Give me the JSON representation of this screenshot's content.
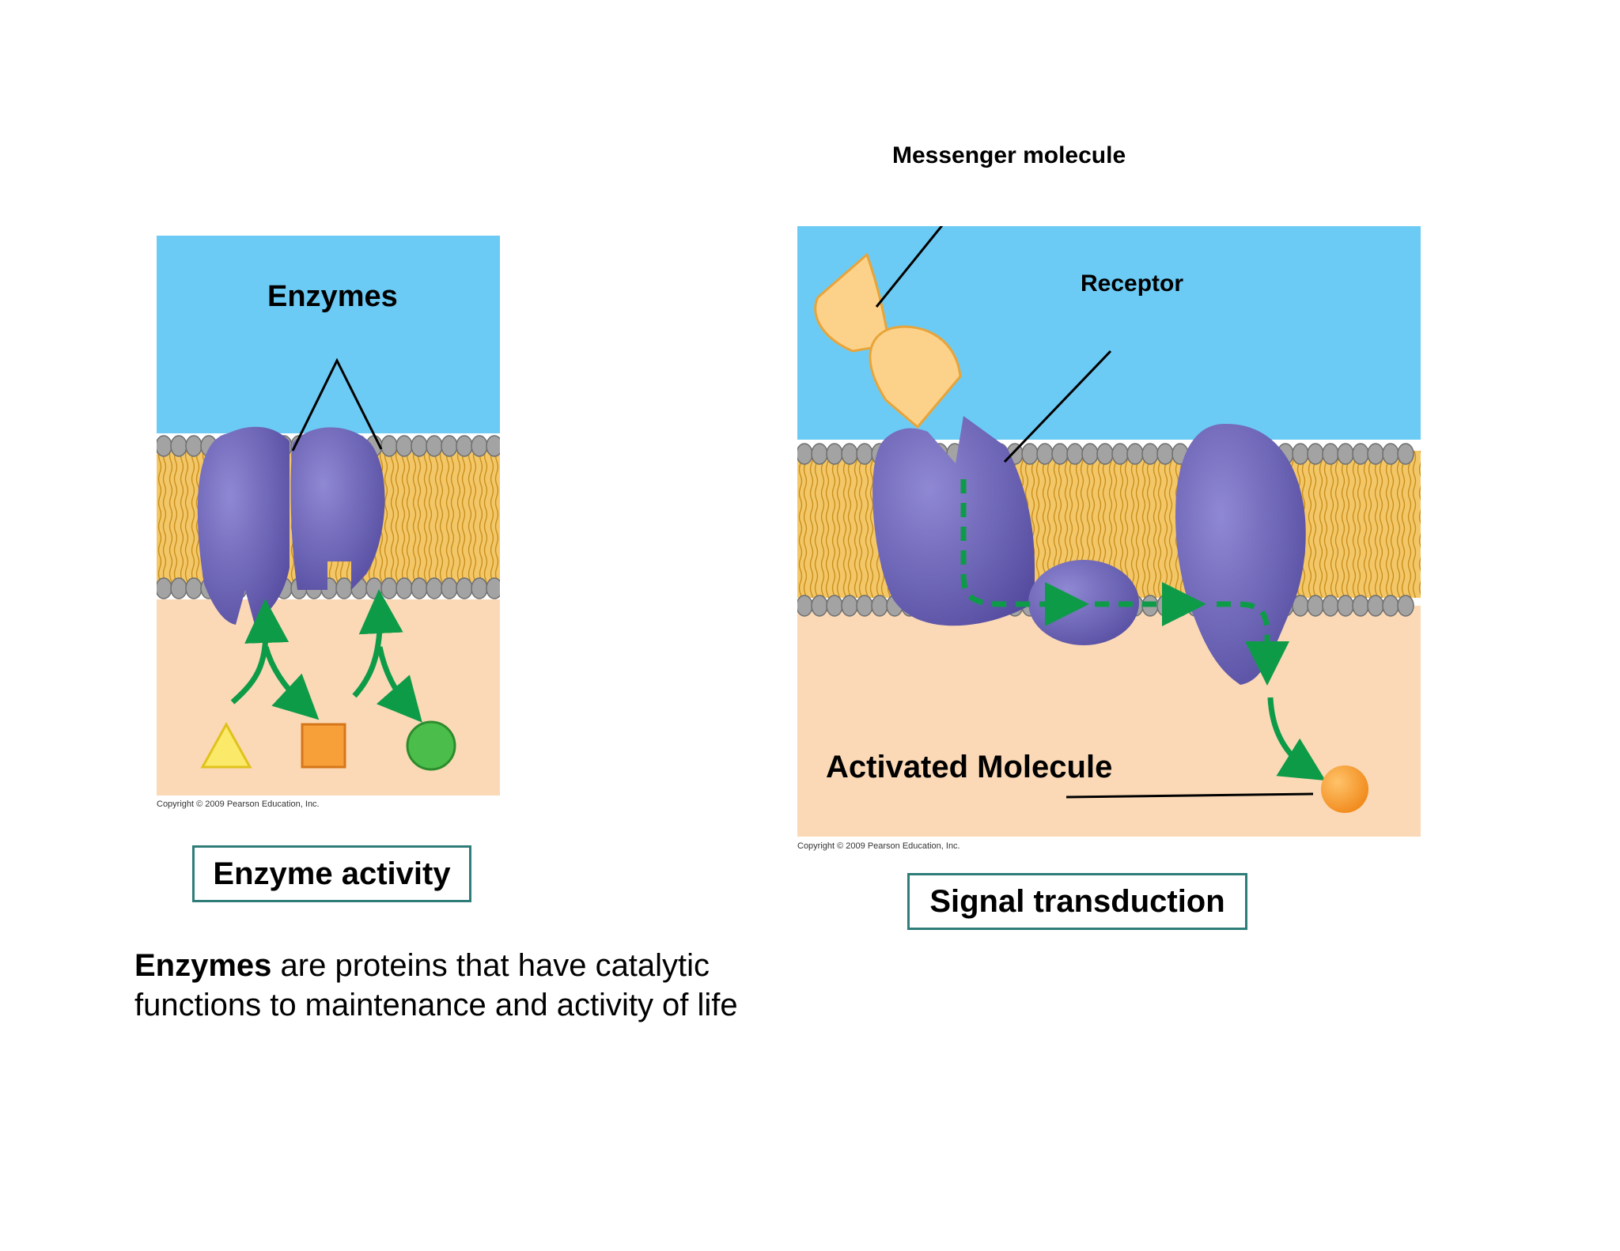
{
  "enzyme_panel": {
    "label": "Enzymes",
    "copyright": "Copyright © 2009 Pearson Education, Inc.",
    "caption": "Enzyme activity"
  },
  "signal_panel": {
    "messenger_label": "Messenger molecule",
    "receptor_label": "Receptor",
    "activated_label": "Activated Molecule",
    "copyright": "Copyright © 2009 Pearson Education, Inc.",
    "caption": "Signal transduction"
  },
  "description": {
    "bold_term": "Enzymes",
    "line1_rest": " are proteins that have catalytic",
    "line2": "functions  to maintenance and activity of life"
  },
  "colors": {
    "water": "#6ccbf4",
    "cytoplasm": "#fbd9b6",
    "membrane_head": "#9a9a9a",
    "membrane_tail": "#f1bd4e",
    "protein": "#6b63b5",
    "arrow": "#0e9b48",
    "caption_border": "#2e7d78"
  }
}
